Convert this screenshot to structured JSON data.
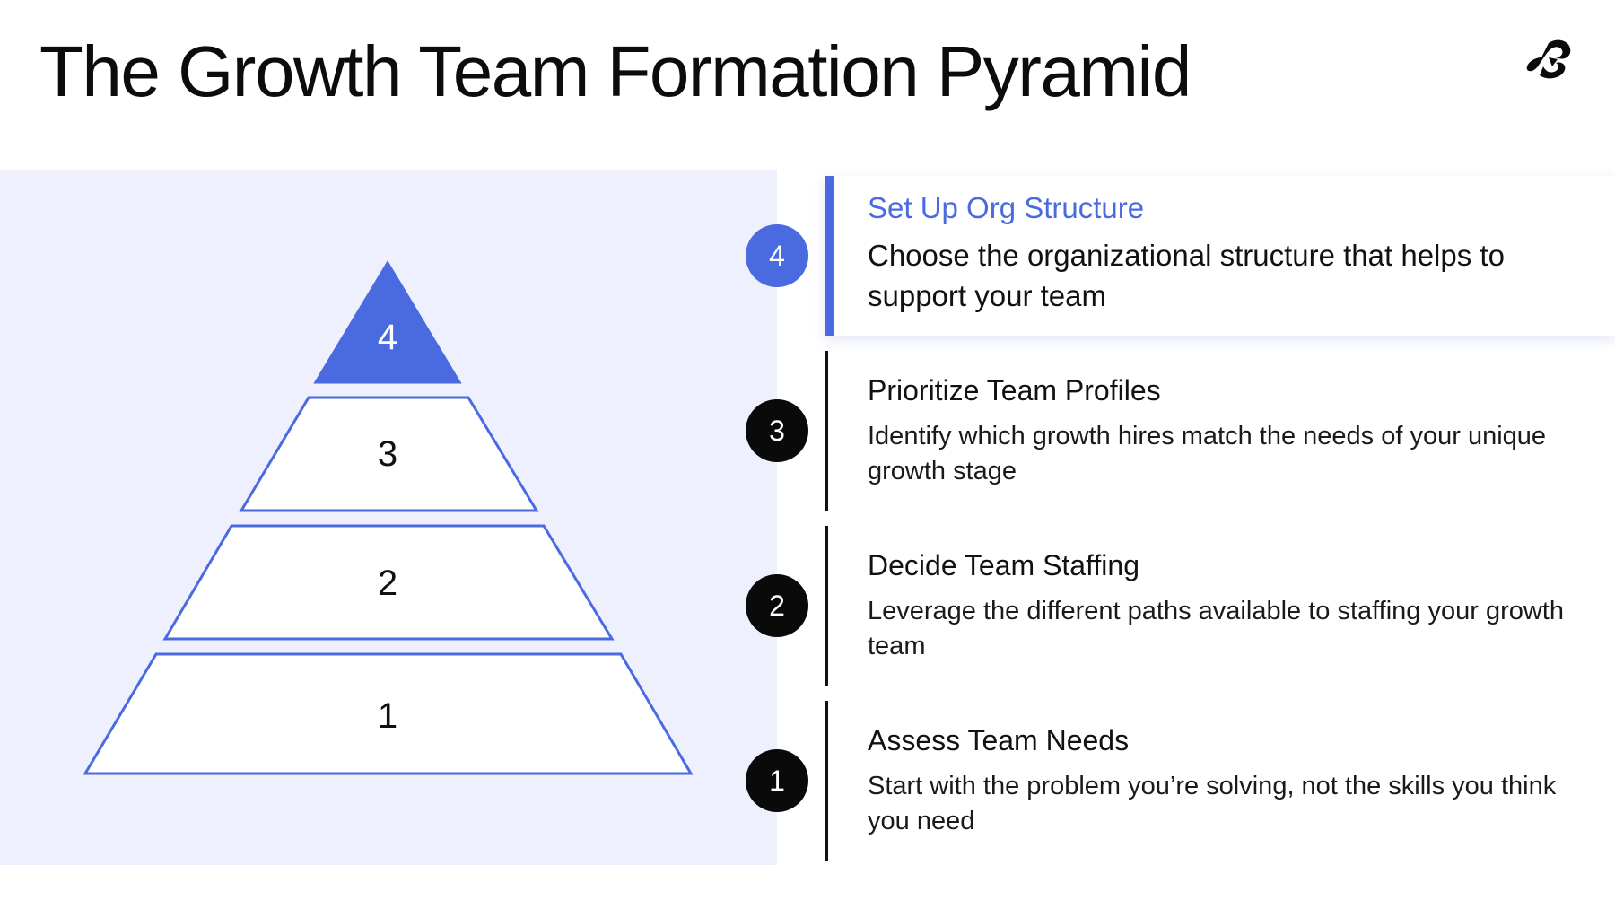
{
  "title": "The Growth Team Formation Pyramid",
  "colors": {
    "accent": "#4a6ae0",
    "panel_background": "#eef0fd",
    "text": "#111111",
    "badge_dark": "#0a0a0a"
  },
  "logo": {
    "icon": "brand-logo-icon"
  },
  "pyramid": {
    "levels": [
      {
        "label": "4",
        "highlighted": true
      },
      {
        "label": "3",
        "highlighted": false
      },
      {
        "label": "2",
        "highlighted": false
      },
      {
        "label": "1",
        "highlighted": false
      }
    ]
  },
  "steps": [
    {
      "number": "4",
      "heading": "Set Up Org Structure",
      "body": "Choose the organizational structure that helps to support your team",
      "active": true
    },
    {
      "number": "3",
      "heading": "Prioritize Team Profiles",
      "body": "Identify which growth hires match the needs of your unique growth stage",
      "active": false
    },
    {
      "number": "2",
      "heading": "Decide Team Staffing",
      "body": "Leverage the different paths available to staffing your growth team",
      "active": false
    },
    {
      "number": "1",
      "heading": "Assess Team Needs",
      "body": "Start with the problem you’re solving, not the skills you think you need",
      "active": false
    }
  ]
}
